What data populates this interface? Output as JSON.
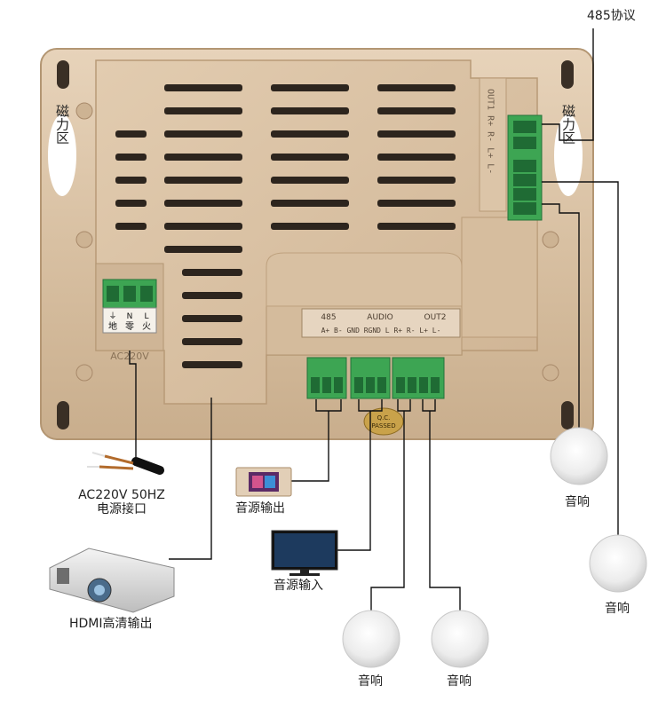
{
  "device": {
    "magnet_zone_left": "磁力区",
    "magnet_zone_right": "磁力区",
    "rs485_label": "485协议",
    "power_terminal_labels": [
      "地",
      "零",
      "火"
    ],
    "power_terminal_marks": [
      "⏚",
      "N",
      "L"
    ],
    "power_rating_stamp": "AC220V",
    "bus_label_group": "485",
    "bus_label_audio": "AUDIO",
    "bus_label_out": "OUT2",
    "bus_pin_labels": "A+ B- GND  RGND L  R+ R- L+ L-",
    "side_label": "OUT1 R+ R- L+ L-",
    "qc_badge_top": "Q.C.",
    "qc_badge_bottom": "PASSED",
    "colors": {
      "panel": "#d9c2a6",
      "panel_edge": "#bfa37f",
      "terminal": "#3da553",
      "wire": "#111111"
    }
  },
  "connections": {
    "power_label_line1": "AC220V 50HZ",
    "power_label_line2": "电源接口",
    "source_output": "音源输出",
    "source_input": "音源输入",
    "hdmi_output": "HDMI高清输出",
    "speaker_1": "音响",
    "speaker_2": "音响",
    "speaker_3": "音响",
    "speaker_4": "音响"
  }
}
